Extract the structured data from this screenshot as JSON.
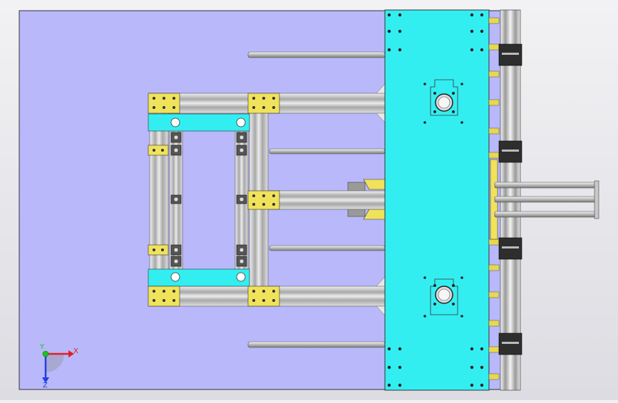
{
  "viewport": {
    "background_color": "#e6e6ea",
    "plate_color": "#b8b8fa",
    "carriage_color": "#33eef0",
    "frame_color": "#d8d8d8",
    "bracket_color": "#f0e25a",
    "block_color": "#3a3a3a",
    "rod_color": "#b4b4b4"
  },
  "triad": {
    "x_label": "X",
    "y_label": "Y",
    "z_label": "Z",
    "x_color": "#e02020",
    "y_color": "#20c020",
    "z_color": "#2040e0"
  }
}
